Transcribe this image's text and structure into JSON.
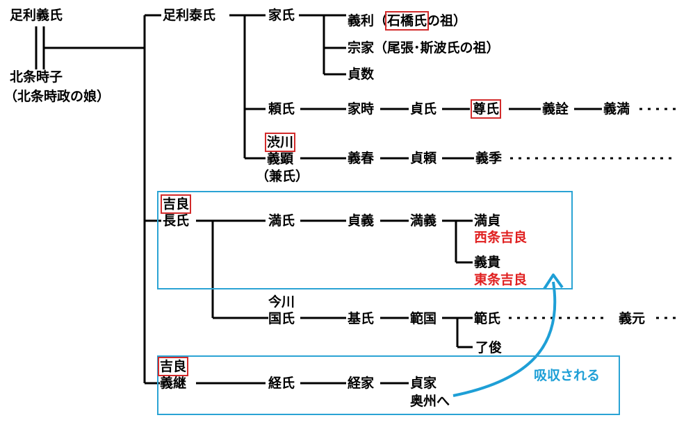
{
  "root": {
    "father": "足利義氏",
    "mother": "北条時子",
    "mother_note": "（北条時政の娘）"
  },
  "yasuuji": {
    "name": "足利泰氏",
    "ieuji": {
      "name": "家氏",
      "children": {
        "yoshitoshi_a": "義利（",
        "yoshitoshi_b": "石橋氏",
        "yoshitoshi_c": "の祖）",
        "muneie": "宗家（尾張･斯波氏の祖）",
        "sadakazu": "貞数"
      }
    },
    "yoriuji": {
      "name": "頼氏",
      "line": [
        "家時",
        "貞氏",
        "尊氏",
        "義詮",
        "義満"
      ]
    },
    "yoshiaki": {
      "clan": "渋川",
      "name": "義顕",
      "alias": "（兼氏）",
      "line": [
        "義春",
        "貞頼",
        "義季"
      ]
    }
  },
  "osauji": {
    "clan": "吉良",
    "name": "長氏",
    "line": [
      "満氏",
      "貞義",
      "満義"
    ],
    "mitsusada": "満貞",
    "saijo": "西条吉良",
    "yoshitaka": "義貴",
    "tojo": "東条吉良",
    "imagawa": {
      "clan": "今川",
      "name": "国氏",
      "line": [
        "基氏",
        "範国"
      ],
      "noriuji": "範氏",
      "yoshimoto": "義元",
      "ryoshun": "了俊"
    }
  },
  "yoshitsugu": {
    "clan": "吉良",
    "name": "義継",
    "line": [
      "経氏",
      "経家",
      "貞家"
    ],
    "note": "奥州へ",
    "absorbed": "吸収される"
  },
  "colors": {
    "accent_red": "#e02020",
    "box_red": "#d22a2a",
    "group_blue": "#2aa3d4",
    "arrow_blue": "#1e9fd6"
  }
}
